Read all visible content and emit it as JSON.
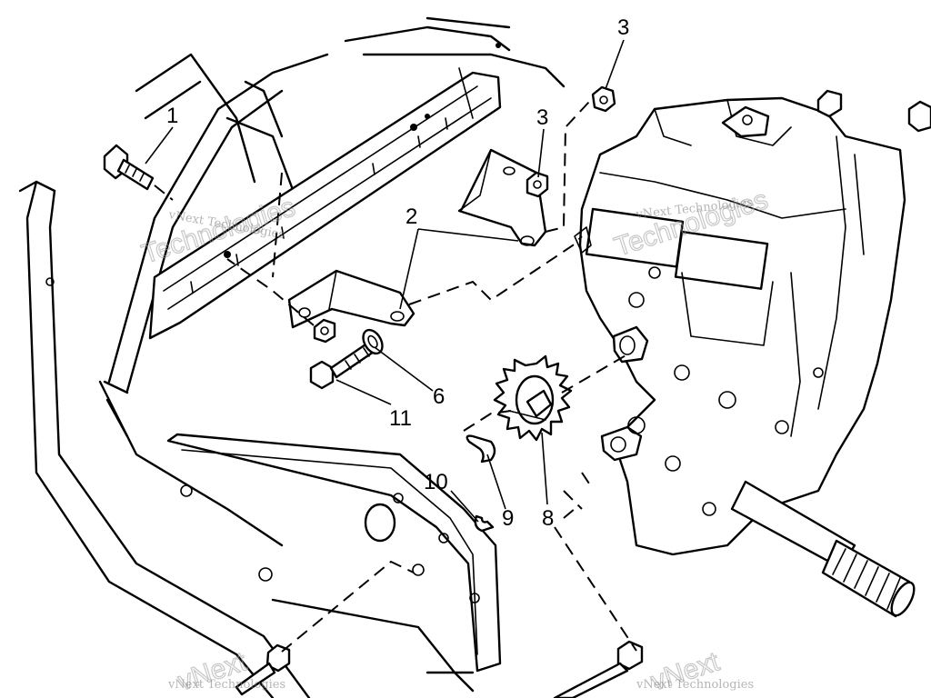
{
  "callouts": [
    {
      "id": "1",
      "label": "1"
    },
    {
      "id": "2",
      "label": "2"
    },
    {
      "id": "3a",
      "label": "3"
    },
    {
      "id": "3b",
      "label": "3"
    },
    {
      "id": "6",
      "label": "6"
    },
    {
      "id": "8",
      "label": "8"
    },
    {
      "id": "9",
      "label": "9"
    },
    {
      "id": "10",
      "label": "10"
    },
    {
      "id": "11",
      "label": "11"
    }
  ],
  "watermark": {
    "line1": "vNext Technologies",
    "line2": "Technologies",
    "line3": "vNext"
  }
}
